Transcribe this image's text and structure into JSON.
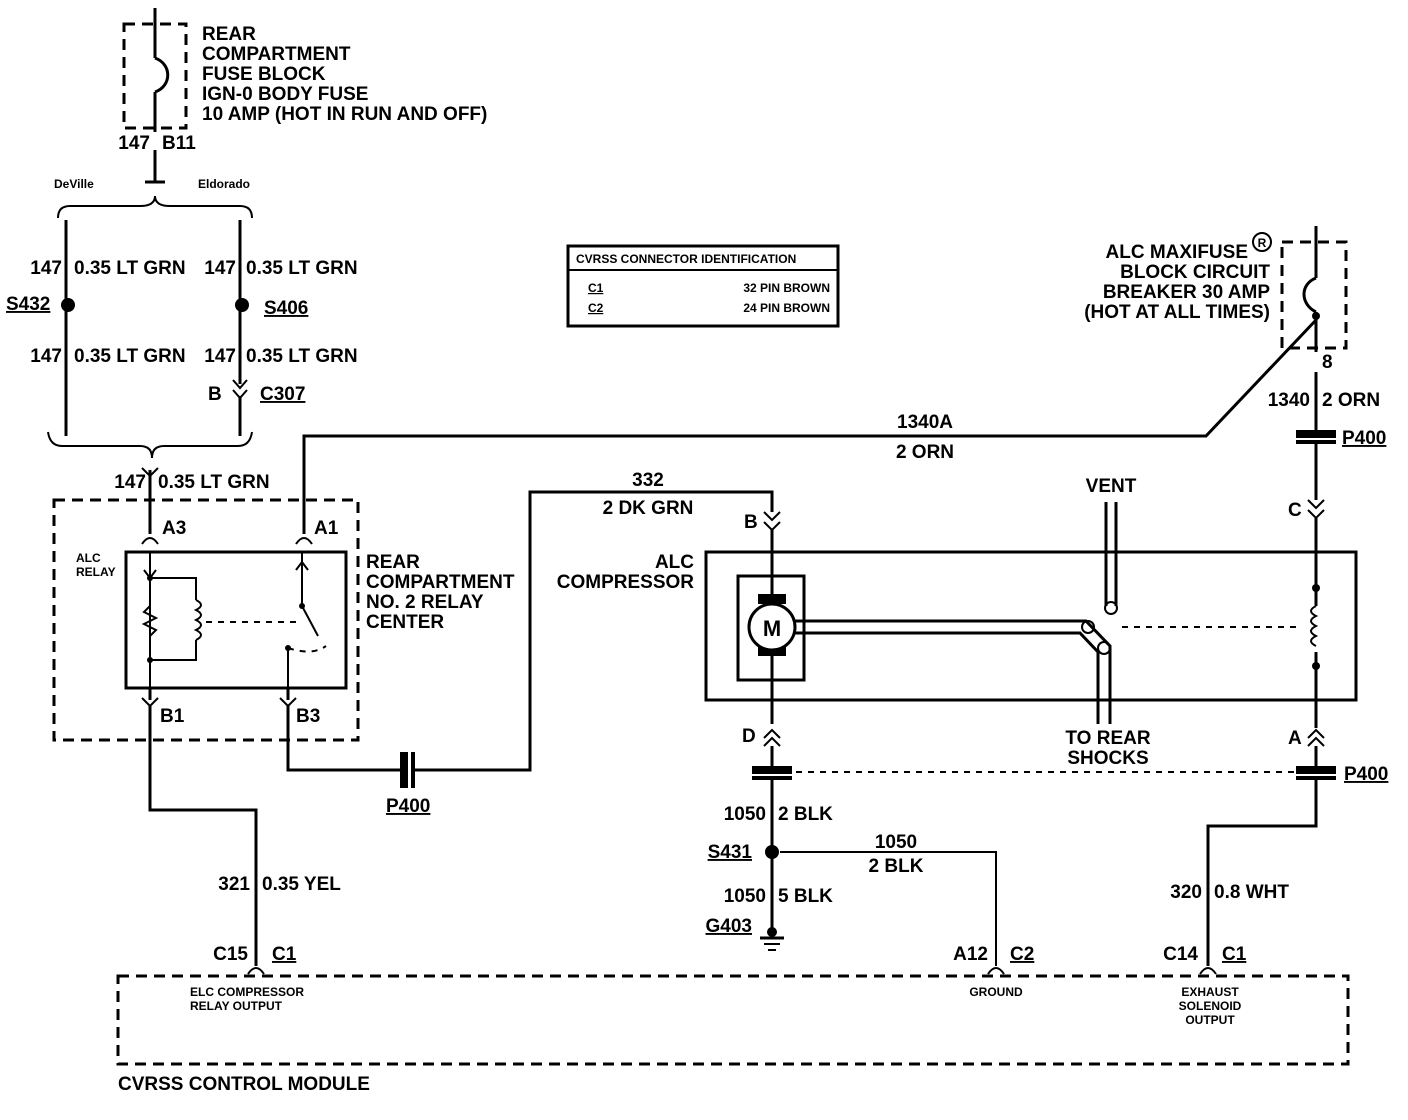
{
  "fuse_block": {
    "lines": [
      "REAR",
      "COMPARTMENT",
      "FUSE BLOCK",
      "IGN-0 BODY FUSE",
      "10 AMP (HOT IN RUN AND OFF)"
    ],
    "circuit": "147",
    "terminal": "B11"
  },
  "variants": {
    "left": "DeVille",
    "right": "Eldorado"
  },
  "deville": {
    "upper_wire": {
      "circuit": "147",
      "spec": "0.35 LT GRN"
    },
    "splice": "S432",
    "lower_wire": {
      "circuit": "147",
      "spec": "0.35 LT GRN"
    }
  },
  "eldorado": {
    "upper_wire": {
      "circuit": "147",
      "spec": "0.35 LT GRN"
    },
    "splice": "S406",
    "lower_wire": {
      "circuit": "147",
      "spec": "0.35 LT GRN"
    },
    "connector_pin": "B",
    "connector": "C307"
  },
  "relay_feed": {
    "circuit": "147",
    "spec": "0.35 LT GRN"
  },
  "connector_table": {
    "title": "CVRSS CONNECTOR IDENTIFICATION",
    "rows": [
      {
        "name": "C1",
        "desc": "32 PIN BROWN"
      },
      {
        "name": "C2",
        "desc": "24 PIN BROWN"
      }
    ]
  },
  "maxifuse": {
    "lines": [
      "ALC MAXIFUSE",
      "BLOCK CIRCUIT",
      "BREAKER 30 AMP",
      "(HOT AT ALL TIMES)"
    ],
    "mark": "R",
    "terminal": "8",
    "wire": {
      "circuit": "1340",
      "spec": "2 ORN"
    }
  },
  "wire_1340a": {
    "circuit": "1340A",
    "spec": "2 ORN"
  },
  "p400_top": "P400",
  "relay_center": {
    "lines": [
      "REAR",
      "COMPARTMENT",
      "NO. 2 RELAY",
      "CENTER"
    ],
    "relay_name": [
      "ALC",
      "RELAY"
    ],
    "terminals": {
      "a3": "A3",
      "a1": "A1",
      "b1": "B1",
      "b3": "B3"
    }
  },
  "wire_332": {
    "circuit": "332",
    "spec": "2 DK GRN"
  },
  "p400_mid": "P400",
  "compressor": {
    "lines": [
      "ALC",
      "COMPRESSOR"
    ],
    "motor": "M",
    "vent": "VENT",
    "shocks": [
      "TO REAR",
      "SHOCKS"
    ],
    "pins": {
      "b": "B",
      "d": "D",
      "c": "C",
      "a": "A"
    }
  },
  "p400_right": "P400",
  "ground_wires": {
    "w1": {
      "circuit": "1050",
      "spec": "2 BLK"
    },
    "splice": "S431",
    "w2": {
      "circuit": "1050",
      "spec": "2 BLK"
    },
    "w3": {
      "circuit": "1050",
      "spec": "5 BLK"
    },
    "ground": "G403"
  },
  "wire_321": {
    "circuit": "321",
    "spec": "0.35 YEL"
  },
  "wire_320": {
    "circuit": "320",
    "spec": "0.8 WHT"
  },
  "module": {
    "name": "CVRSS CONTROL MODULE",
    "pins": [
      {
        "pin": "C15",
        "conn": "C1",
        "label": [
          "ELC COMPRESSOR",
          "RELAY OUTPUT"
        ]
      },
      {
        "pin": "A12",
        "conn": "C2",
        "label": [
          "GROUND"
        ]
      },
      {
        "pin": "C14",
        "conn": "C1",
        "label": [
          "EXHAUST",
          "SOLENOID",
          "OUTPUT"
        ]
      }
    ]
  }
}
